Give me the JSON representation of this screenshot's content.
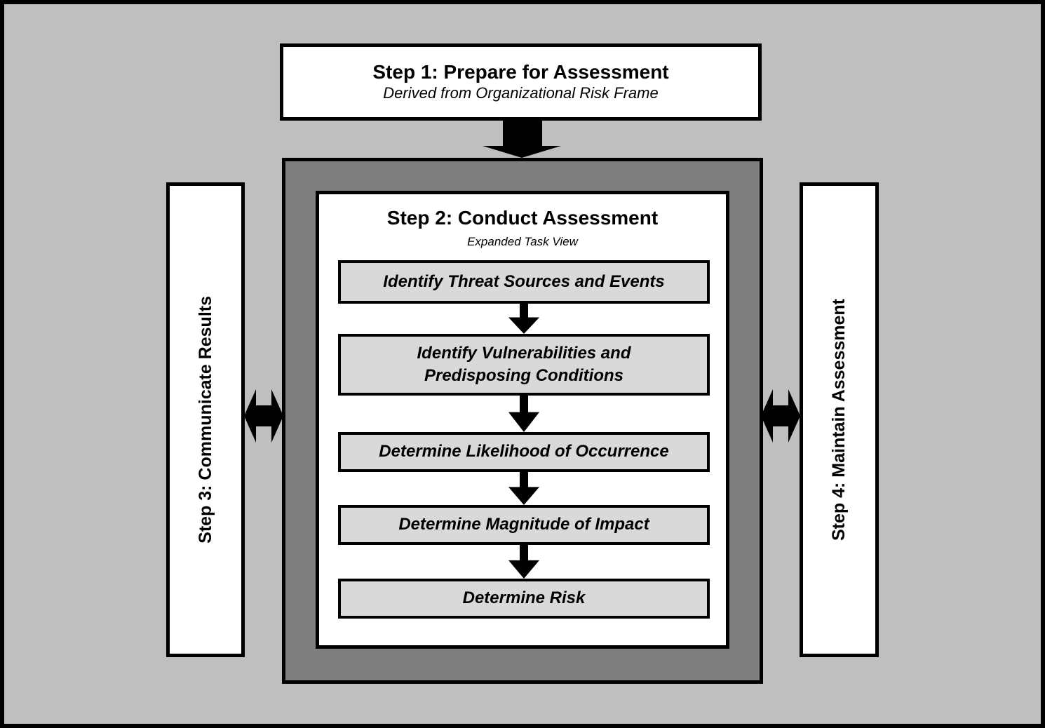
{
  "step1": {
    "title": "Step 1: Prepare for Assessment",
    "subtitle": "Derived from Organizational Risk Frame"
  },
  "step2": {
    "title": "Step 2: Conduct Assessment",
    "subtitle": "Expanded Task View",
    "tasks": [
      {
        "label": "Identify Threat Sources and Events"
      },
      {
        "label": "Identify Vulnerabilities and\nPredisposing Conditions"
      },
      {
        "label": "Determine Likelihood of Occurrence"
      },
      {
        "label": "Determine Magnitude of Impact"
      },
      {
        "label": "Determine Risk"
      }
    ]
  },
  "step3": {
    "label": "Step 3: Communicate Results"
  },
  "step4": {
    "label": "Step 4: Maintain Assessment"
  },
  "icons": {
    "down_arrow": "down-arrow",
    "flow_arrow": "flow-down-arrow",
    "double_arrow": "horizontal-double-arrow"
  },
  "colors": {
    "background": "#bfbfbf",
    "frame_fill": "#7f7f7f",
    "task_fill": "#d9d9d9",
    "box_fill": "#ffffff",
    "border": "#000000",
    "text": "#000000"
  }
}
